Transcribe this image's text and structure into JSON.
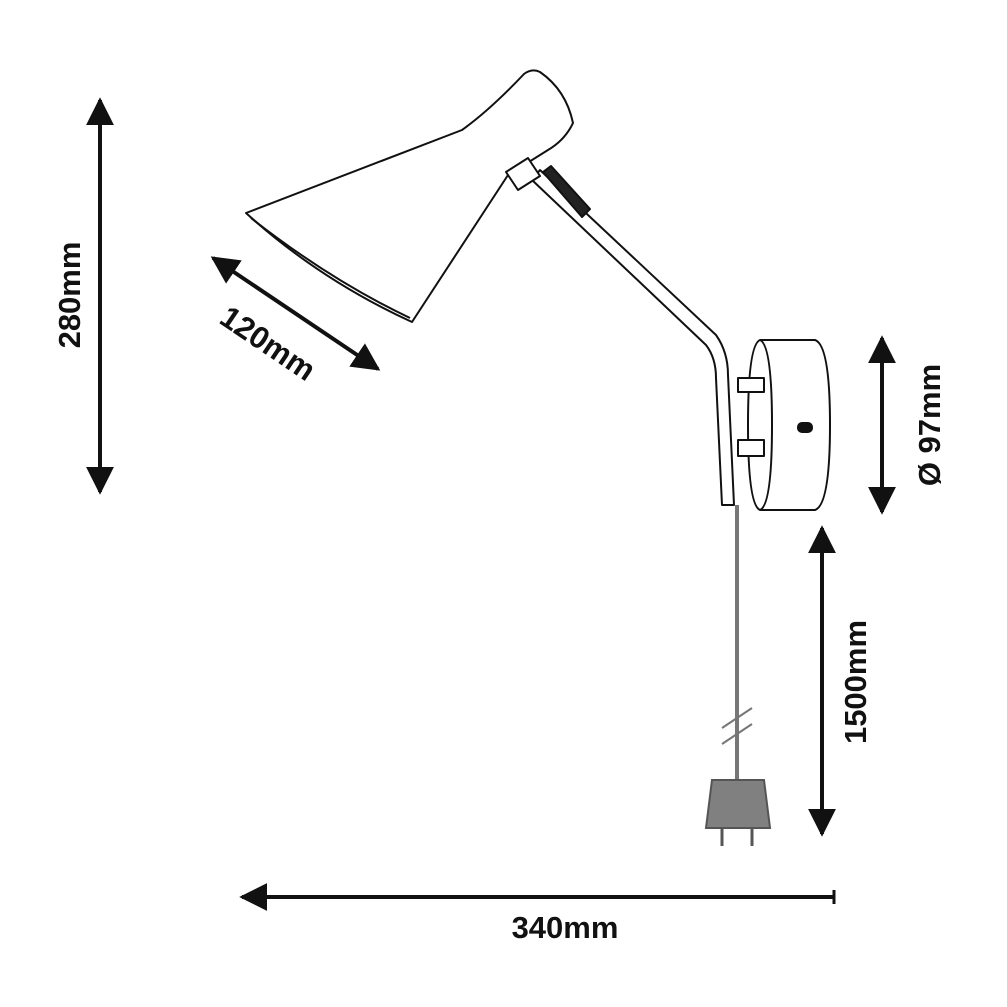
{
  "dimensions": {
    "height": "280mm",
    "shade_diameter": "120mm",
    "base_diameter": "Ø 97mm",
    "cable_length": "1500mm",
    "width": "340mm"
  },
  "colors": {
    "line": "#111111",
    "cable": "#777777",
    "plug": "#808080"
  }
}
